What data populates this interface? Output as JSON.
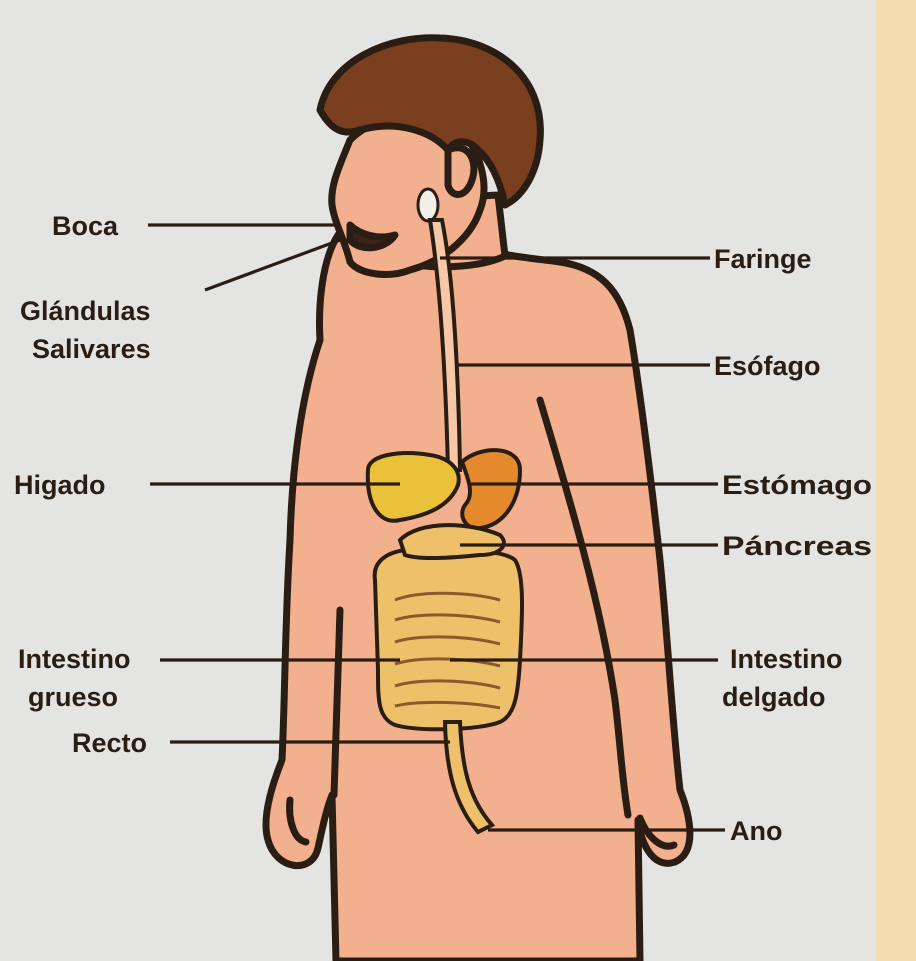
{
  "colors": {
    "background": "#e4e4e2",
    "side_panel": "#f5ddb2",
    "skin": "#f3b08e",
    "hair": "#7a3f1e",
    "outline": "#2a1d14",
    "liver": "#e9c23a",
    "stomach": "#e48a2c",
    "intestine": "#efc06a"
  },
  "labels": {
    "boca": "Boca",
    "glandulas_1": "Glándulas",
    "glandulas_2": "Salivares",
    "faringe": "Faringe",
    "esofago": "Esófago",
    "higado": "Higado",
    "estomago": "Estómago",
    "pancreas": "Páncreas",
    "int_grueso_1": "Intestino",
    "int_grueso_2": "grueso",
    "int_delgado_1": "Intestino",
    "int_delgado_2": "delgado",
    "recto": "Recto",
    "ano": "Ano"
  }
}
